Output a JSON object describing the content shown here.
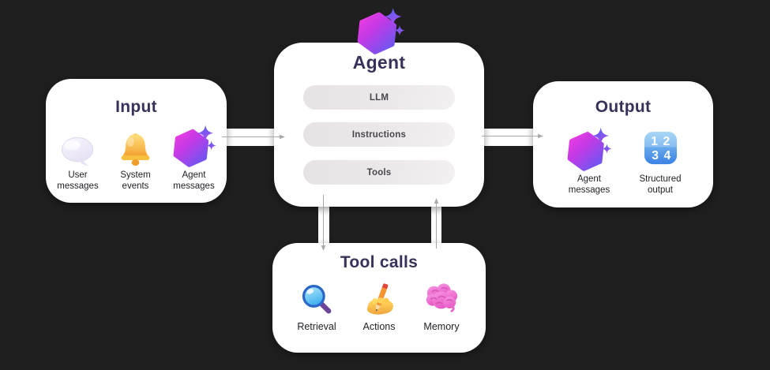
{
  "colors": {
    "background": "#1e1f1e",
    "box": "#ffffff",
    "title_text": "#373259",
    "label_text": "#1f1f24",
    "pill_background": "#e9e5e7",
    "pill_text": "#47464d",
    "arrow": "#a9a9a9",
    "hexagon_gradient": [
      "#f13ce0",
      "#5f5bf3"
    ],
    "star_blue": "#4f63ef",
    "bell_orange": "#f5a82f",
    "numbers_blue": "#3c82e4",
    "brain_pink": "#e85bc6"
  },
  "input": {
    "title": "Input",
    "items": [
      {
        "icon": "speech-bubble-icon",
        "label": "User\nmessages"
      },
      {
        "icon": "bell-icon",
        "label": "System\nevents"
      },
      {
        "icon": "agent-hexagon-icon",
        "label": "Agent\nmessages"
      }
    ]
  },
  "agent": {
    "title": "Agent",
    "badge_icon": "agent-hexagon-icon",
    "pills": [
      {
        "label": "LLM"
      },
      {
        "label": "Instructions"
      },
      {
        "label": "Tools"
      }
    ]
  },
  "output": {
    "title": "Output",
    "items": [
      {
        "icon": "agent-hexagon-icon",
        "label": "Agent\nmessages"
      },
      {
        "icon": "numbers-icon",
        "label": "Structured\noutput"
      }
    ]
  },
  "tool_calls": {
    "title": "Tool calls",
    "items": [
      {
        "icon": "magnifier-icon",
        "label": "Retrieval"
      },
      {
        "icon": "writing-hand-icon",
        "label": "Actions"
      },
      {
        "icon": "brain-icon",
        "label": "Memory"
      }
    ]
  },
  "numbers_icon": {
    "digits": [
      "1",
      "2",
      "3",
      "4"
    ]
  },
  "edges": [
    {
      "from": "input",
      "to": "agent",
      "direction": "right"
    },
    {
      "from": "agent",
      "to": "output",
      "direction": "right"
    },
    {
      "from": "agent",
      "to": "tool-calls",
      "direction": "down"
    },
    {
      "from": "tool-calls",
      "to": "agent",
      "direction": "up"
    }
  ]
}
